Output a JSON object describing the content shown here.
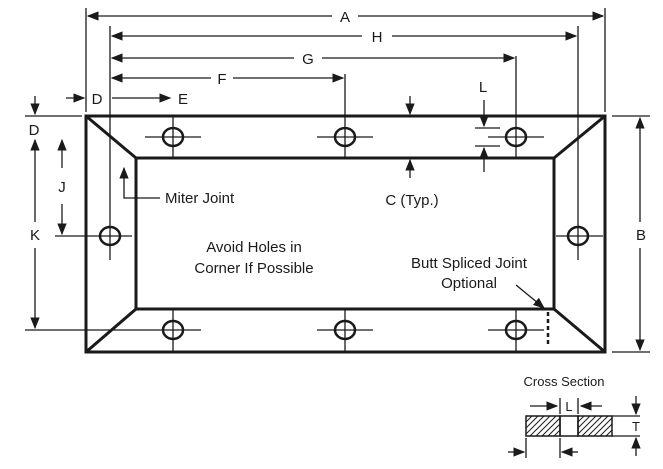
{
  "dimensions": {
    "A": "A",
    "B": "B",
    "C": "C (Typ.)",
    "D": "D",
    "E": "E",
    "F": "F",
    "G": "G",
    "H": "H",
    "J": "J",
    "K": "K",
    "L": "L",
    "T": "T"
  },
  "notes": {
    "miter": "Miter Joint",
    "avoid_line1": "Avoid Holes in",
    "avoid_line2": "Corner If Possible",
    "butt_line1": "Butt Spliced Joint",
    "butt_line2": "Optional"
  },
  "cross_section": {
    "title": "Cross Section"
  }
}
